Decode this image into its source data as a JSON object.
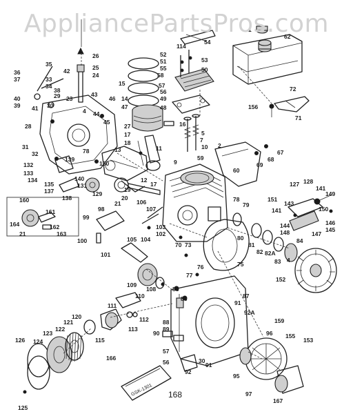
{
  "watermark": "AppliancePartsPros.com",
  "bag_label": "168",
  "box_label_text": "GSK-1301",
  "labels": {
    "l1": "1",
    "l2": "2",
    "l4a": "4",
    "l4b": "4",
    "l5": "5",
    "l7": "7",
    "l9": "9",
    "l10": "10",
    "l11": "11",
    "l12": "12",
    "l13": "13",
    "l14": "14",
    "l15": "15",
    "l16": "16",
    "l17a": "17",
    "l17b": "17",
    "l18": "18",
    "l19": "19",
    "l20": "20",
    "l21a": "21",
    "l21b": "21",
    "l23": "23",
    "l24": "24",
    "l25": "25",
    "l26": "26",
    "l27": "27",
    "l28": "28",
    "l29": "29",
    "l30": "30",
    "l31": "31",
    "l32": "32",
    "l33": "33",
    "l34": "34",
    "l35": "35",
    "l36": "36",
    "l37": "37",
    "l38": "38",
    "l39": "39",
    "l40": "40",
    "l41": "41",
    "l42": "42",
    "l43": "43",
    "l44": "44",
    "l45": "45",
    "l46": "46",
    "l47": "47",
    "l48": "48",
    "l49": "49",
    "l50": "50",
    "l51": "51",
    "l52": "52",
    "l53": "53",
    "l54": "54",
    "l55": "55",
    "l56a": "56",
    "l56b": "56",
    "l57a": "57",
    "l57b": "57",
    "l58": "58",
    "l59": "59",
    "l60": "60",
    "l62": "62",
    "l67": "67",
    "l68": "68",
    "l69": "69",
    "l70": "70",
    "l71": "71",
    "l72": "72",
    "l73": "73",
    "l75": "75",
    "l76": "76",
    "l77": "77",
    "l78a": "78",
    "l78b": "78",
    "l79": "79",
    "l80": "80",
    "l81": "81",
    "l82": "82",
    "l82a": "82A",
    "l83": "83",
    "l84": "84",
    "l85": "85",
    "l86": "86",
    "l87": "87",
    "l88": "88",
    "l89": "89",
    "l90": "90",
    "l91a": "91",
    "l91b": "91",
    "l92": "92",
    "l92a": "92A",
    "l95": "95",
    "l96": "96",
    "l97": "97",
    "l98": "98",
    "l99": "99",
    "l100": "100",
    "l101": "101",
    "l102": "102",
    "l103": "103",
    "l104": "104",
    "l105": "105",
    "l106": "106",
    "l107": "107",
    "l108": "108",
    "l109": "109",
    "l110": "110",
    "l111": "111",
    "l112": "112",
    "l113": "113",
    "l114": "114",
    "l115": "115",
    "l120": "120",
    "l121": "121",
    "l122": "122",
    "l123": "123",
    "l124": "124",
    "l125": "125",
    "l126": "126",
    "l127": "127",
    "l128": "128",
    "l129": "129",
    "l130": "130",
    "l131": "131",
    "l132": "132",
    "l133": "133",
    "l134": "134",
    "l135": "135",
    "l137": "137",
    "l138": "138",
    "l139": "139",
    "l140": "140",
    "l141a": "141",
    "l141b": "141",
    "l143": "143",
    "l144": "144",
    "l145": "145",
    "l146": "146",
    "l147": "147",
    "l148": "148",
    "l149": "149",
    "l150": "150",
    "l151": "151",
    "l152": "152",
    "l153": "153",
    "l155": "155",
    "l156": "156",
    "l159": "159",
    "l160": "160",
    "l161": "161",
    "l162": "162",
    "l163": "163",
    "l164": "164",
    "l166": "166",
    "l167": "167"
  }
}
